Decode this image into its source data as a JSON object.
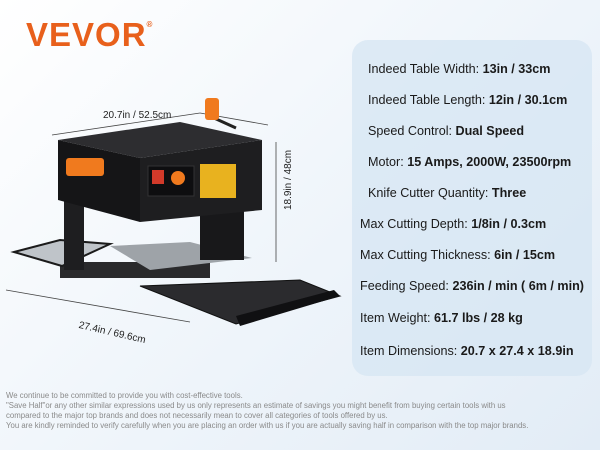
{
  "brand": {
    "name": "VEVOR",
    "mark": "®"
  },
  "dimensions": {
    "width": "20.7in / 52.5cm",
    "length": "27.4in / 69.6cm",
    "height": "18.9in / 48cm"
  },
  "specs": [
    {
      "label": "Indeed Table Width: ",
      "value": "13in / 33cm"
    },
    {
      "label": "Indeed Table Length: ",
      "value": "12in / 30.1cm"
    },
    {
      "label": "Speed Control: ",
      "value": "Dual Speed"
    },
    {
      "label": "Motor: ",
      "value": "15 Amps, 2000W,   23500rpm"
    },
    {
      "label": "Knife Cutter Quantity: ",
      "value": "Three"
    },
    {
      "label": "Max Cutting Depth: ",
      "value": "1/8in / 0.3cm"
    },
    {
      "label": "Max Cutting Thickness: ",
      "value": "6in / 15cm"
    },
    {
      "label": "Feeding Speed: ",
      "value": "236in / min ( 6m / min)"
    },
    {
      "label": "Item Weight: ",
      "value": "61.7 lbs / 28 kg"
    },
    {
      "label": "Item Dimensions: ",
      "value": "20.7 x 27.4 x 18.9in"
    }
  ],
  "disclaimer": [
    "We continue to be committed to provide you with cost-effective tools.",
    "\"Save Half\"or any other similar expressions used by us only represents an estimate of savings you might benefit from buying certain tools with us",
    "compared to the major top brands and does not necessarily mean to cover all categories of tools offered by us.",
    "You are kindly reminded to verify carefully when you are placing an order with us if you are actually saving half in comparison with the top major brands."
  ],
  "colors": {
    "brand_orange": "#e8601c",
    "panel_bg": "#d6e5f3",
    "machine_body": "#1e1e20",
    "accent_orange": "#f07a1e"
  }
}
